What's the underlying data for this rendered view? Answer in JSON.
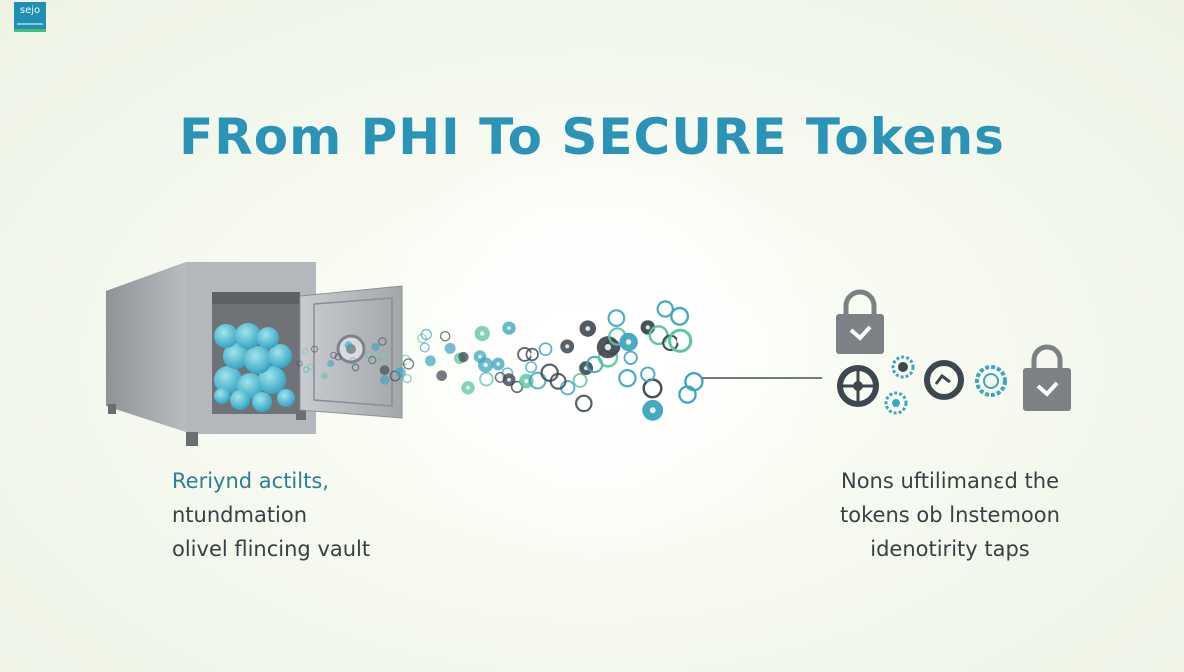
{
  "logo": {
    "text": "sejo"
  },
  "title": "FRom PHI To SECURE Tokens",
  "left_caption": {
    "lines": [
      "Reriynd actilts,",
      "ntundmation",
      "olivel flincing vault"
    ]
  },
  "right_caption": {
    "lines": [
      "Nons uftilimanεd the",
      "tokens ob lnstemoon",
      "idenotirity taps"
    ]
  },
  "icons": {
    "vault": "safe-vault-icon",
    "tokens": "token-icon",
    "lock": "padlock-check-icon",
    "gear": "gear-token-icon"
  },
  "colors": {
    "title": "#2a93b6",
    "token_teal": "#3fa6c0",
    "token_dark": "#3d4750",
    "token_green": "#5cc6a0",
    "lock_gray": "#7d8185",
    "vault_gray": "#a9adb2"
  }
}
